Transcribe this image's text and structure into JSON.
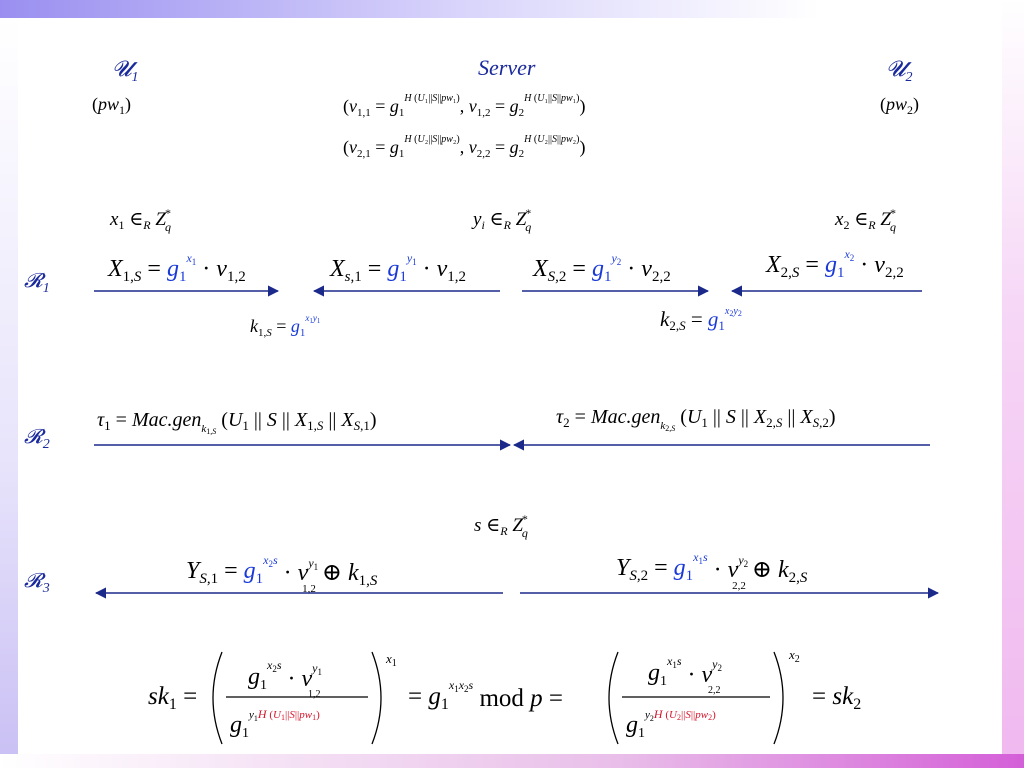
{
  "parties": {
    "user1": {
      "name": "𝓤1",
      "secret": "(pw1)"
    },
    "server": {
      "name": "Server"
    },
    "user2": {
      "name": "𝓤2",
      "secret": "(pw2)"
    }
  },
  "server_table": {
    "row1": "(v1,1 = g1^H(U1||S||pw1), v1,2 = g2^H(U1||S||pw1))",
    "row2": "(v2,1 = g1^H(U2||S||pw2), v2,2 = g2^H(U2||S||pw2))"
  },
  "choices": {
    "x1": "x1 ∈R Zq*",
    "yi": "yi ∈R Zq*",
    "x2": "x2 ∈R Zq*"
  },
  "rounds": {
    "r1": {
      "label": "𝓡1",
      "msg1": "X1,S = g1^x1 · v1,2",
      "msg2": "Xs,1 = g1^y1 · v1,2",
      "msg3": "XS,2 = g1^y2 · v2,2",
      "msg4": "X2,S = g1^x2 · v2,2",
      "key1": "k1,S = g1^x1y1",
      "key2": "k2,S = g1^x2y2"
    },
    "r2": {
      "label": "𝓡2",
      "msg1": "τ1 = Mac.gen_k1,S (U1 || S || X1,S || XS,1)",
      "msg2": "τ2 = Mac.gen_k2,S (U1 || S || X2,S || XS,2)"
    },
    "r3": {
      "label": "𝓡3",
      "choice": "s ∈R Zq*",
      "msg1": "YS,1 = g1^x2s · v1,2^y1 ⊕ k1,S",
      "msg2": "YS,2 = g1^x1s · v2,2^y2 ⊕ k2,S"
    }
  },
  "session_key": "sk1 = ((g1^x2s · v1,2^y1) / g1^(y1 H(U1||S||pw1)))^x1 = g1^(x1x2s) mod p = ((g1^x1s · v2,2^y2) / g1^(y2 H(U2||S||pw2)))^x2 = sk2",
  "colors": {
    "party": "#1a2a9c",
    "generator": "#1a3ad8",
    "hash": "#d4142a",
    "arrow": "#1b2a8a"
  }
}
